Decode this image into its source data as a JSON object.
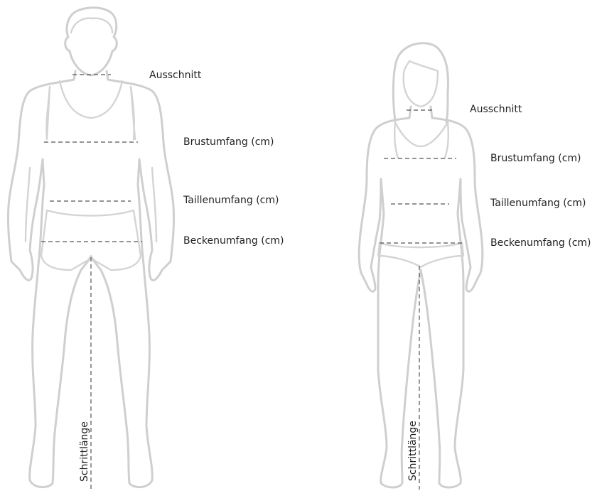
{
  "figures": {
    "male": {
      "labels": {
        "neck": "Ausschnitt",
        "chest": "Brustumfang (cm)",
        "waist": "Taillenumfang  (cm)",
        "hip": "Beckenumfang  (cm)",
        "inseam": "Schrittlänge"
      }
    },
    "female": {
      "labels": {
        "neck": "Ausschnitt",
        "chest": "Brustumfang (cm)",
        "waist": "Taillenumfang (cm)",
        "hip": "Beckenumfang (cm)",
        "inseam": "Schrittlänge"
      }
    }
  }
}
